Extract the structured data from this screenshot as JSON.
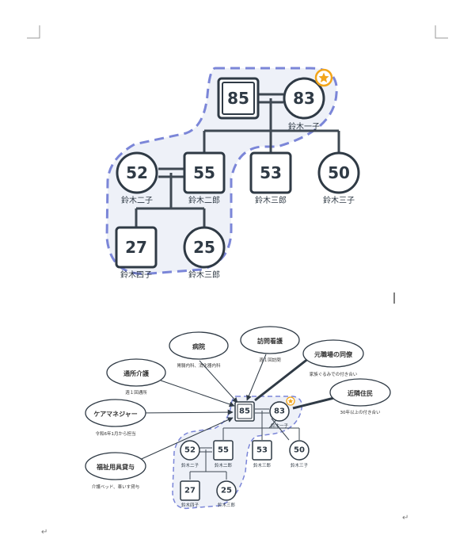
{
  "page": {
    "paragraph_mark": "↵"
  },
  "genogram1": {
    "persons": [
      {
        "id": "p85",
        "age": "85",
        "name": ""
      },
      {
        "id": "p83",
        "age": "83",
        "name": "鈴木一子"
      },
      {
        "id": "p52",
        "age": "52",
        "name": "鈴木二子"
      },
      {
        "id": "p55",
        "age": "55",
        "name": "鈴木二郎"
      },
      {
        "id": "p53",
        "age": "53",
        "name": "鈴木三郎"
      },
      {
        "id": "p50",
        "age": "50",
        "name": "鈴木三子"
      },
      {
        "id": "p27",
        "age": "27",
        "name": "鈴木四子"
      },
      {
        "id": "p25",
        "age": "25",
        "name": "鈴木三郎"
      }
    ]
  },
  "ecomap": {
    "resources": [
      {
        "label": "病院",
        "note": "胃腸内科、消化器内科"
      },
      {
        "label": "訪問看護",
        "note": "週１回訪問"
      },
      {
        "label": "元職場の同僚",
        "note": "家族ぐるみでの付き合い"
      },
      {
        "label": "通所介護",
        "note": "週１回通所"
      },
      {
        "label": "近隣住民",
        "note": "30年以上の付き合い"
      },
      {
        "label": "ケアマネジャー",
        "note": "令和6年1月から担当"
      },
      {
        "label": "福祉用具貸与",
        "note": "介護ベッド、車いす貸与"
      }
    ],
    "persons": [
      {
        "id": "e85",
        "age": "85",
        "name": ""
      },
      {
        "id": "e83",
        "age": "83",
        "name": "鈴木一子"
      },
      {
        "id": "e52",
        "age": "52",
        "name": "鈴木二子"
      },
      {
        "id": "e55",
        "age": "55",
        "name": "鈴木二郎"
      },
      {
        "id": "e53",
        "age": "53",
        "name": "鈴木三郎"
      },
      {
        "id": "e50",
        "age": "50",
        "name": "鈴木三子"
      },
      {
        "id": "e27",
        "age": "27",
        "name": "鈴木四子"
      },
      {
        "id": "e25",
        "age": "25",
        "name": "鈴木三郎"
      }
    ]
  }
}
